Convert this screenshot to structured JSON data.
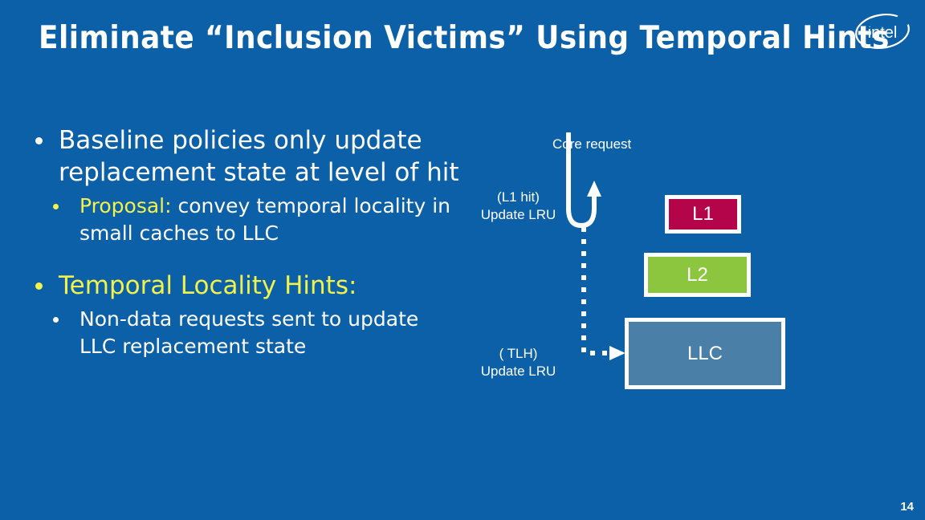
{
  "slide": {
    "title": "Eliminate “Inclusion Victims” Using Temporal Hints",
    "page_number": "14",
    "background_color": "#0b60a8",
    "logo_text": "intel"
  },
  "bullets": [
    {
      "level": 1,
      "marker_color": "#ffffff",
      "text": "Baseline policies only update replacement state at level of hit",
      "text_color": "#ffffff"
    },
    {
      "level": 2,
      "marker_color": "#f2f24b",
      "lead": "Proposal:",
      "lead_color": "#f2f24b",
      "text": " convey temporal locality in small caches to LLC",
      "text_color": "#ffffff"
    },
    {
      "level": 1,
      "marker_color": "#f2f24b",
      "text": "Temporal Locality Hints:",
      "text_color": "#f2f24b"
    },
    {
      "level": 2,
      "marker_color": "#ffffff",
      "text": "Non-data requests sent to update LLC replacement state",
      "text_color": "#ffffff"
    }
  ],
  "diagram": {
    "core_request_label": "Core request",
    "l1_hit_label_line1": "(L1 hit)",
    "l1_hit_label_line2": "Update LRU",
    "tlh_label_line1": "( TLH)",
    "tlh_label_line2": "Update LRU",
    "boxes": [
      {
        "name": "L1",
        "label": "L1",
        "fill": "#b5054a",
        "border": "#ffffff",
        "text_color": "#ffffff"
      },
      {
        "name": "L2",
        "label": "L2",
        "fill": "#8cc63e",
        "border": "#ffffff",
        "text_color": "#ffffff"
      },
      {
        "name": "LLC",
        "label": "LLC",
        "fill": "#4a7fa8",
        "border": "#ffffff",
        "text_color": "#ffffff"
      }
    ],
    "arrows": [
      {
        "name": "core-request-uturn",
        "style": "solid",
        "color": "#ffffff"
      },
      {
        "name": "tlh-to-llc",
        "style": "dotted",
        "color": "#ffffff"
      }
    ]
  }
}
